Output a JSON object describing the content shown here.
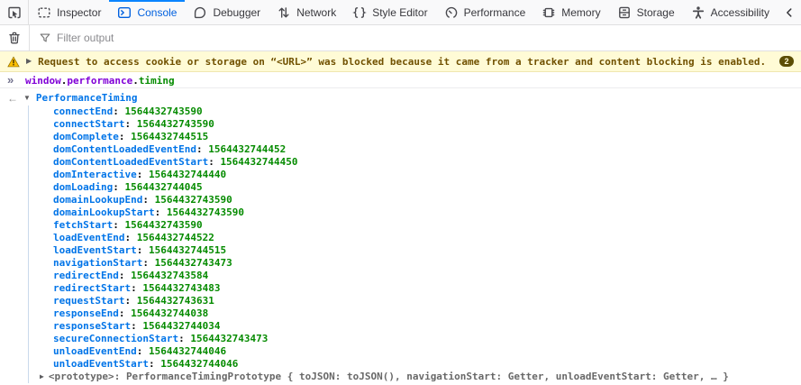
{
  "colors": {
    "accent_blue": "#0060df",
    "active_tab_bar": "#0a84ff",
    "property_blue": "#0074e8",
    "value_green": "#058b00",
    "variable_purple": "#8000d7",
    "warning_bg": "#fffbd6",
    "warning_text": "#715100",
    "badge_bg": "#5c4d05"
  },
  "toolbar": {
    "picker_icon": "node-picker-icon",
    "tabs": [
      {
        "label": "Inspector",
        "icon": "inspector-icon",
        "selected": false
      },
      {
        "label": "Console",
        "icon": "console-icon",
        "selected": true
      },
      {
        "label": "Debugger",
        "icon": "debugger-icon",
        "selected": false
      },
      {
        "label": "Network",
        "icon": "network-icon",
        "selected": false
      },
      {
        "label": "Style Editor",
        "icon": "style-editor-icon",
        "selected": false
      },
      {
        "label": "Performance",
        "icon": "performance-icon",
        "selected": false
      },
      {
        "label": "Memory",
        "icon": "memory-icon",
        "selected": false
      },
      {
        "label": "Storage",
        "icon": "storage-icon",
        "selected": false
      },
      {
        "label": "Accessibility",
        "icon": "accessibility-icon",
        "selected": false
      }
    ],
    "overflow_icon": "chevron-left-icon"
  },
  "filter_bar": {
    "trash_icon": "trash-icon",
    "filter_icon": "funnel-icon",
    "placeholder": "Filter output"
  },
  "warning": {
    "icon": "warning-triangle-icon",
    "twisty": "▶",
    "text": "Request to access cookie or storage on “<URL>” was blocked because it came from a tracker and content blocking is enabled.",
    "count": "2"
  },
  "command": {
    "prompt": "»",
    "segments": [
      {
        "text": "window",
        "cls": "purple"
      },
      {
        "text": ".",
        "cls": "plain"
      },
      {
        "text": "performance",
        "cls": "purple"
      },
      {
        "text": ".",
        "cls": "plain"
      },
      {
        "text": "timing",
        "cls": "green"
      }
    ]
  },
  "punct": {
    "colon": ": "
  },
  "result": {
    "return_arrow": "←",
    "twisty_open": "▼",
    "object_class": "PerformanceTiming",
    "properties": [
      {
        "name": "connectEnd",
        "value": "1564432743590"
      },
      {
        "name": "connectStart",
        "value": "1564432743590"
      },
      {
        "name": "domComplete",
        "value": "1564432744515"
      },
      {
        "name": "domContentLoadedEventEnd",
        "value": "1564432744452"
      },
      {
        "name": "domContentLoadedEventStart",
        "value": "1564432744450"
      },
      {
        "name": "domInteractive",
        "value": "1564432744440"
      },
      {
        "name": "domLoading",
        "value": "1564432744045"
      },
      {
        "name": "domainLookupEnd",
        "value": "1564432743590"
      },
      {
        "name": "domainLookupStart",
        "value": "1564432743590"
      },
      {
        "name": "fetchStart",
        "value": "1564432743590"
      },
      {
        "name": "loadEventEnd",
        "value": "1564432744522"
      },
      {
        "name": "loadEventStart",
        "value": "1564432744515"
      },
      {
        "name": "navigationStart",
        "value": "1564432743473"
      },
      {
        "name": "redirectEnd",
        "value": "1564432743584"
      },
      {
        "name": "redirectStart",
        "value": "1564432743483"
      },
      {
        "name": "requestStart",
        "value": "1564432743631"
      },
      {
        "name": "responseEnd",
        "value": "1564432744038"
      },
      {
        "name": "responseStart",
        "value": "1564432744034"
      },
      {
        "name": "secureConnectionStart",
        "value": "1564432743473"
      },
      {
        "name": "unloadEventEnd",
        "value": "1564432744046"
      },
      {
        "name": "unloadEventStart",
        "value": "1564432744046"
      }
    ],
    "prototype": {
      "twisty": "▶",
      "key": "<prototype>",
      "value": "PerformanceTimingPrototype { toJSON: toJSON(), navigationStart: Getter, unloadEventStart: Getter, … }"
    }
  }
}
